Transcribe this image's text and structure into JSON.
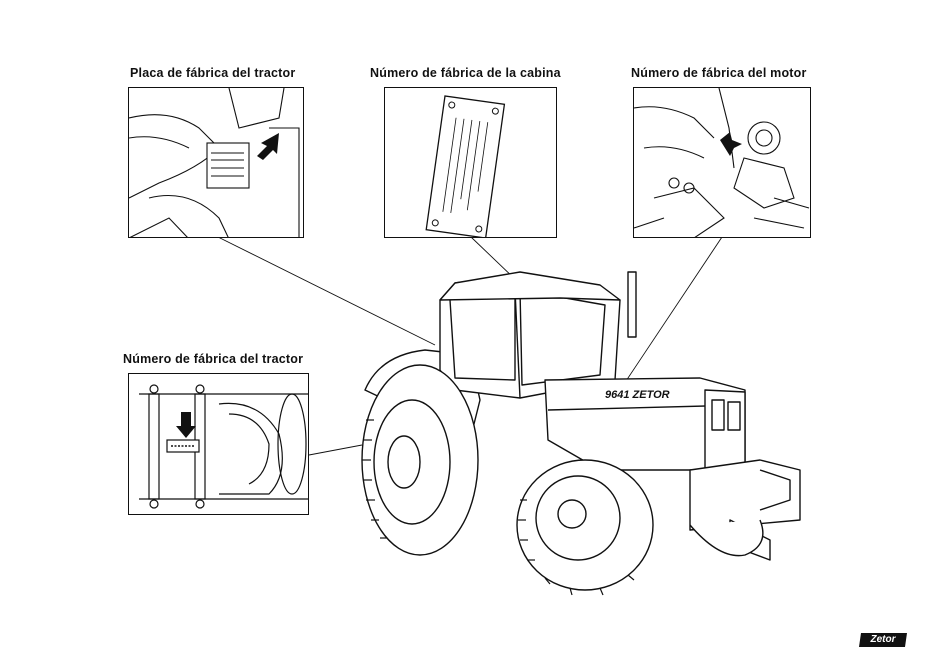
{
  "captions": {
    "tractor_plate": "Placa de fábrica del tractor",
    "cab_number": "Número de fábrica de la cabina",
    "engine_number": "Número de fábrica del motor",
    "tractor_number": "Número de fábrica del tractor"
  },
  "tractor": {
    "hood_badge": "9641 ZETOR"
  },
  "brand": {
    "logo": "Zetor"
  }
}
